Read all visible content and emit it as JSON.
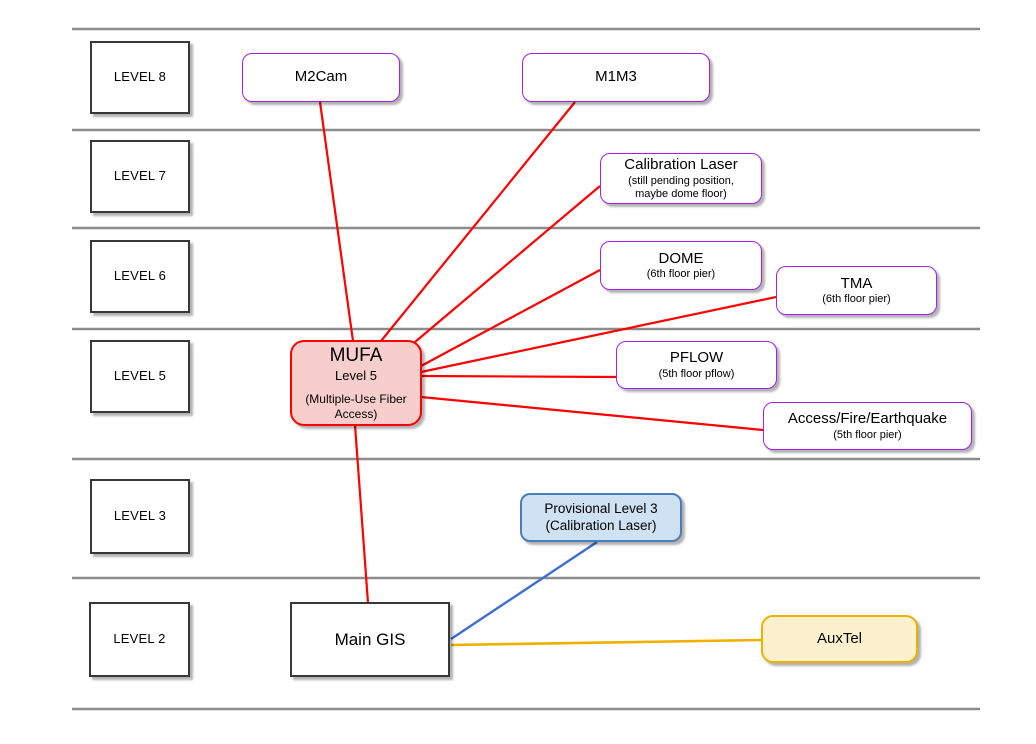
{
  "levels": [
    {
      "label": "LEVEL 8"
    },
    {
      "label": "LEVEL 7"
    },
    {
      "label": "LEVEL 6"
    },
    {
      "label": "LEVEL 5"
    },
    {
      "label": "LEVEL 3"
    },
    {
      "label": "LEVEL 2"
    }
  ],
  "nodes": {
    "m2cam": {
      "title": "M2Cam"
    },
    "m1m3": {
      "title": "M1M3"
    },
    "calibration_laser": {
      "title": "Calibration Laser",
      "sub1": "(still pending position,",
      "sub2": "maybe dome floor)"
    },
    "dome": {
      "title": "DOME",
      "sub": "(6th floor pier)"
    },
    "tma": {
      "title": "TMA",
      "sub": "(6th floor pier)"
    },
    "mufa": {
      "title": "MUFA",
      "sub": "Level 5",
      "note": "(Multiple-Use Fiber Access)"
    },
    "pflow": {
      "title": "PFLOW",
      "sub": "(5th floor pflow)"
    },
    "access_fire_earthquake": {
      "title": "Access/Fire/Earthquake",
      "sub": "(5th floor pier)"
    },
    "provisional_level3": {
      "title": "Provisional Level 3",
      "sub": "(Calibration Laser)"
    },
    "main_gis": {
      "title": "Main GIS"
    },
    "auxtel": {
      "title": "AuxTel"
    }
  },
  "connections": [
    {
      "from": "M2Cam",
      "to": "MUFA",
      "color": "#ff0000"
    },
    {
      "from": "M1M3",
      "to": "MUFA",
      "color": "#ff0000"
    },
    {
      "from": "Calibration Laser",
      "to": "MUFA",
      "color": "#ff0000"
    },
    {
      "from": "DOME",
      "to": "MUFA",
      "color": "#ff0000"
    },
    {
      "from": "TMA",
      "to": "MUFA",
      "color": "#ff0000"
    },
    {
      "from": "PFLOW",
      "to": "MUFA",
      "color": "#ff0000"
    },
    {
      "from": "Access/Fire/Earthquake",
      "to": "MUFA",
      "color": "#ff0000"
    },
    {
      "from": "MUFA",
      "to": "Main GIS",
      "color": "#ff0000"
    },
    {
      "from": "Main GIS",
      "to": "Provisional Level 3 (Calibration Laser)",
      "color": "#3b6fd4"
    },
    {
      "from": "Main GIS",
      "to": "AuxTel",
      "color": "#f0b000"
    }
  ],
  "colors": {
    "red_link": "#ff0000",
    "blue_link": "#3b6fd4",
    "yellow_link": "#f0b000",
    "purple_border": "#a020f0",
    "mufa_fill": "#f8cecc",
    "provisional_fill": "#cfe2f3",
    "provisional_border": "#4a7ebb",
    "auxtel_fill": "#fdf1cd",
    "separator_gray": "#8c8c8c",
    "box_border": "#383838"
  }
}
